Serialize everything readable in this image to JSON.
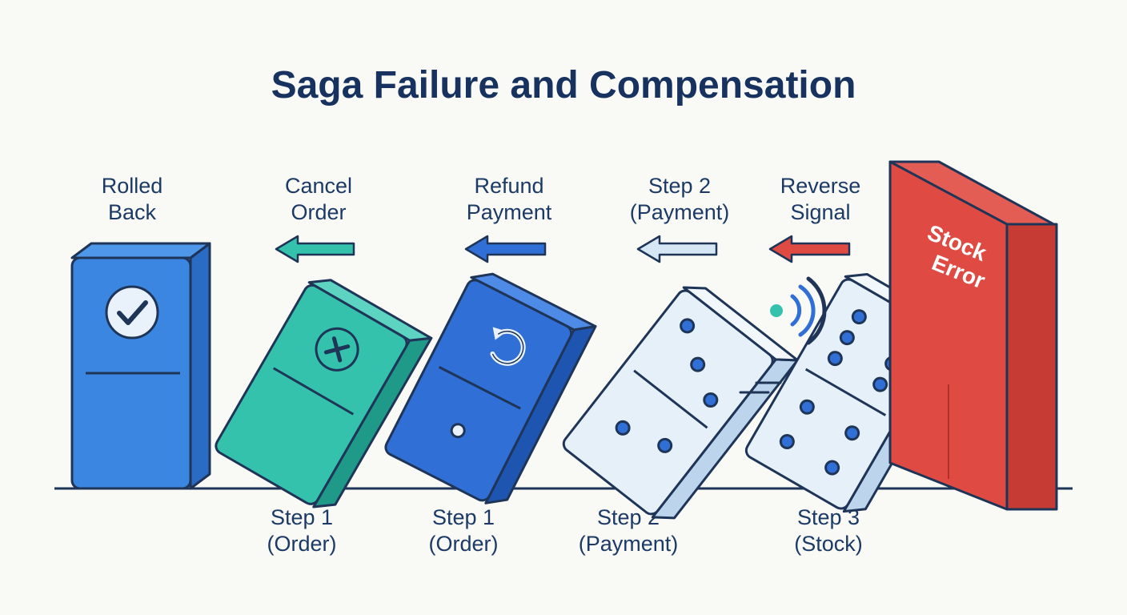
{
  "title": "Saga Failure and Compensation",
  "top_labels": [
    {
      "line1": "Rolled",
      "line2": "Back"
    },
    {
      "line1": "Cancel",
      "line2": "Order"
    },
    {
      "line1": "Refund",
      "line2": "Payment"
    },
    {
      "line1": "Step 2",
      "line2": "(Payment)"
    },
    {
      "line1": "Reverse",
      "line2": "Signal"
    }
  ],
  "bottom_labels": [
    {
      "line1": "Step 1",
      "line2": "(Order)"
    },
    {
      "line1": "Step 1",
      "line2": "(Order)"
    },
    {
      "line1": "Step 2",
      "line2": "(Payment)"
    },
    {
      "line1": "Step 3",
      "line2": "(Stock)"
    }
  ],
  "wall": {
    "line1": "Stock",
    "line2": "Error"
  },
  "icons": [
    "check-circle-icon",
    "x-circle-icon",
    "undo-arrow-icon",
    "signal-waves-icon",
    "impact-burst-icon",
    "arrow-left-icon"
  ],
  "colors": {
    "title": "#17325e",
    "label": "#1b3a66",
    "outline": "#1f3558",
    "rolled_back": "#3b86e0",
    "cancel": "#35c2ad",
    "refund": "#2f6fd6",
    "pending": "#e6f0f9",
    "error": "#df4a42"
  }
}
